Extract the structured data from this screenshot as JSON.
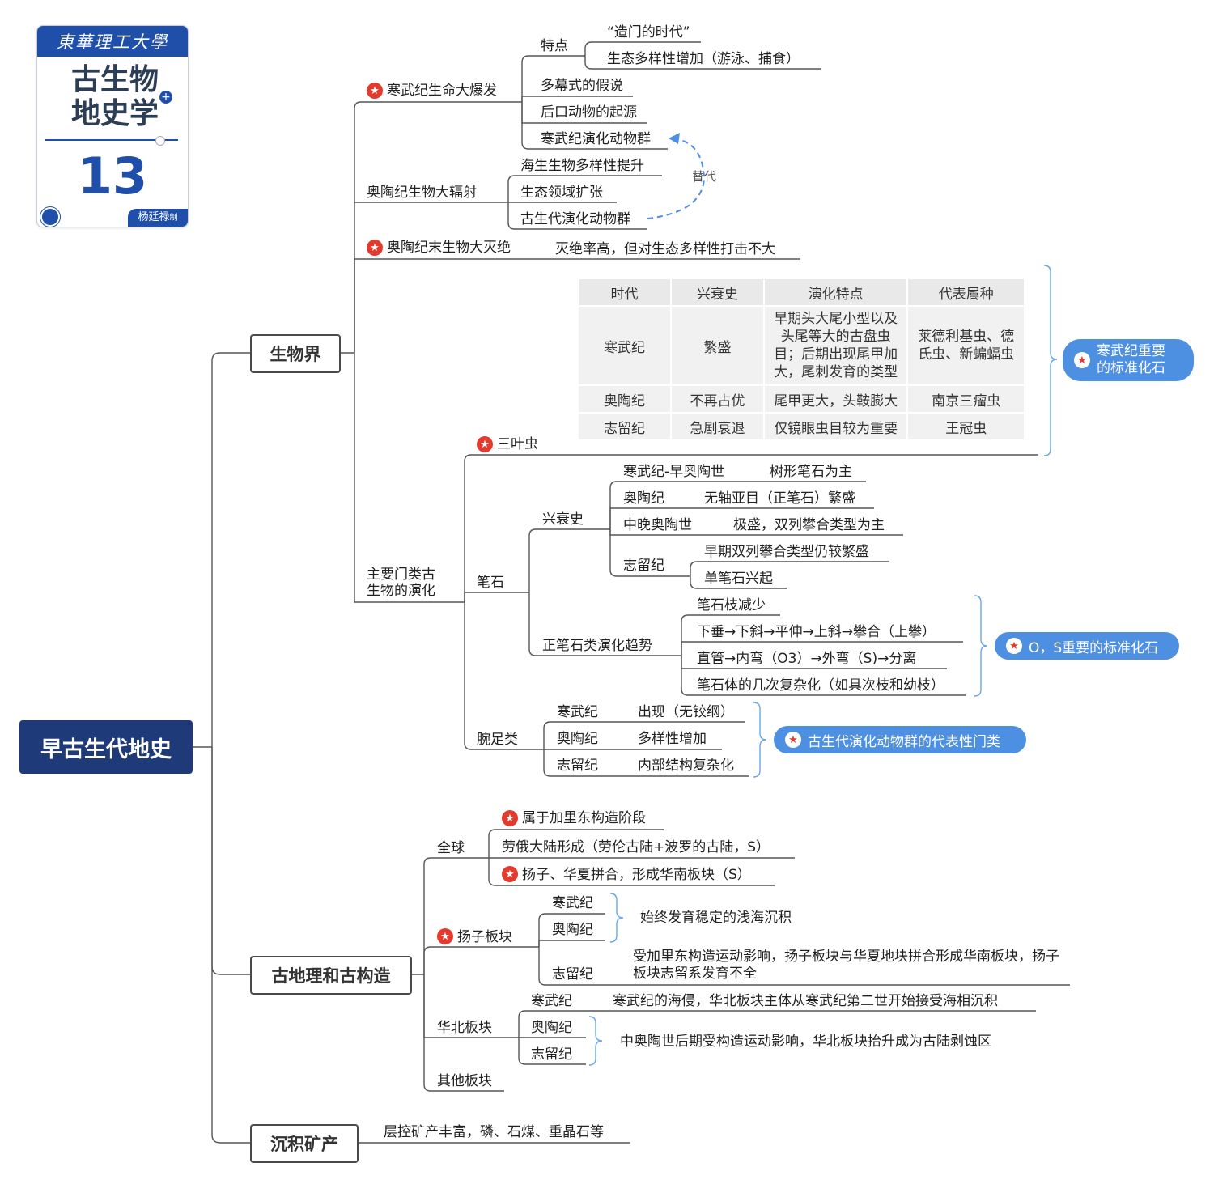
{
  "logo": {
    "school": "東華理工大學",
    "title": "古生物地史学",
    "number": "13",
    "author": "杨廷禄",
    "suffix": "制",
    "plus_icon": "plus-icon",
    "emblem_icon": "school-emblem-icon"
  },
  "root": "早古生代地史",
  "bio": {
    "label": "生物界",
    "cambrian_explosion": {
      "label": "寒武纪生命大爆发",
      "features_label": "特点",
      "feature_1": "“造门的时代”",
      "feature_2": "生态多样性增加（游泳、捕食）",
      "multi_act": "多幕式的假说",
      "deuterostome": "后口动物的起源",
      "fauna": "寒武纪演化动物群"
    },
    "ordovician_radiation": {
      "label": "奥陶纪生物大辐射",
      "item_1": "海生生物多样性提升",
      "item_2": "生态领域扩张",
      "item_3": "古生代演化动物群",
      "replace_label": "替代"
    },
    "ordovician_extinction": {
      "label": "奥陶纪末生物大灭绝",
      "note": "灭绝率高，但对生态多样性打击不大"
    },
    "major_groups": {
      "label": "主要门类古生物的演化",
      "trilobite": {
        "label": "三叶虫",
        "table": {
          "headers": [
            "时代",
            "兴衰史",
            "演化特点",
            "代表属种"
          ],
          "rows": [
            [
              "寒武纪",
              "繁盛",
              "早期头大尾小型以及头尾等大的古盘虫目；后期出现尾甲加大，尾刺发育的类型",
              "莱德利基虫、德氏虫、新蝙蝠虫"
            ],
            [
              "奥陶纪",
              "不再占优",
              "尾甲更大，头鞍膨大",
              "南京三瘤虫"
            ],
            [
              "志留纪",
              "急剧衰退",
              "仅镜眼虫目较为重要",
              "王冠虫"
            ]
          ]
        },
        "callout": "寒武纪重要的标准化石"
      },
      "graptolite": {
        "label": "笔石",
        "history_label": "兴衰史",
        "h1_period": "寒武纪-早奥陶世",
        "h1_desc": "树形笔石为主",
        "h2_period": "奥陶纪",
        "h2_desc": "无轴亚目（正笔石）繁盛",
        "h3_period": "中晚奥陶世",
        "h3_desc": "极盛，双列攀合类型为主",
        "h4_period": "志留纪",
        "h4_desc_1": "早期双列攀合类型仍较繁盛",
        "h4_desc_2": "单笔石兴起",
        "trend_label": "正笔石类演化趋势",
        "trend_1": "笔石枝减少",
        "trend_2": "下垂→下斜→平伸→上斜→攀合（上攀）",
        "trend_3": "直管→内弯（O3）→外弯（S)→分离",
        "trend_4": "笔石体的几次复杂化（如具次枝和幼枝）",
        "callout": "O，S重要的标准化石"
      },
      "brachiopod": {
        "label": "腕足类",
        "p1": "寒武纪",
        "d1": "出现（无铰纲）",
        "p2": "奥陶纪",
        "d2": "多样性增加",
        "p3": "志留纪",
        "d3": "内部结构复杂化",
        "callout": "古生代演化动物群的代表性门类"
      }
    }
  },
  "geo": {
    "label": "古地理和古构造",
    "global": {
      "label": "全球",
      "item_1": "属于加里东构造阶段",
      "item_2": "劳俄大陆形成（劳伦古陆+波罗的古陆，S）",
      "item_3": "扬子、华夏拼合，形成华南板块（S）"
    },
    "yangtze": {
      "label": "扬子板块",
      "p1": "寒武纪",
      "p2": "奥陶纪",
      "p12_desc": "始终发育稳定的浅海沉积",
      "p3": "志留纪",
      "p3_desc": "受加里东构造运动影响，扬子板块与华夏地块拼合形成华南板块，扬子板块志留系发育不全"
    },
    "north_china": {
      "label": "华北板块",
      "p1": "寒武纪",
      "p1_desc": "寒武纪的海侵，华北板块主体从寒武纪第二世开始接受海相沉积",
      "p2": "奥陶纪",
      "p3": "志留纪",
      "p23_desc": "中奥陶世后期受构造运动影响，华北板块抬升成为古陆剥蚀区"
    },
    "others": {
      "label": "其他板块"
    }
  },
  "minerals": {
    "label": "沉积矿产",
    "desc": "层控矿产丰富，磷、石煤、重晶石等"
  },
  "colors": {
    "root_bg": "#1f3a78",
    "callout_bg": "#4d8fe0",
    "star": "#e23b2e",
    "line": "#555555",
    "bracket": "#6aa6e8"
  }
}
